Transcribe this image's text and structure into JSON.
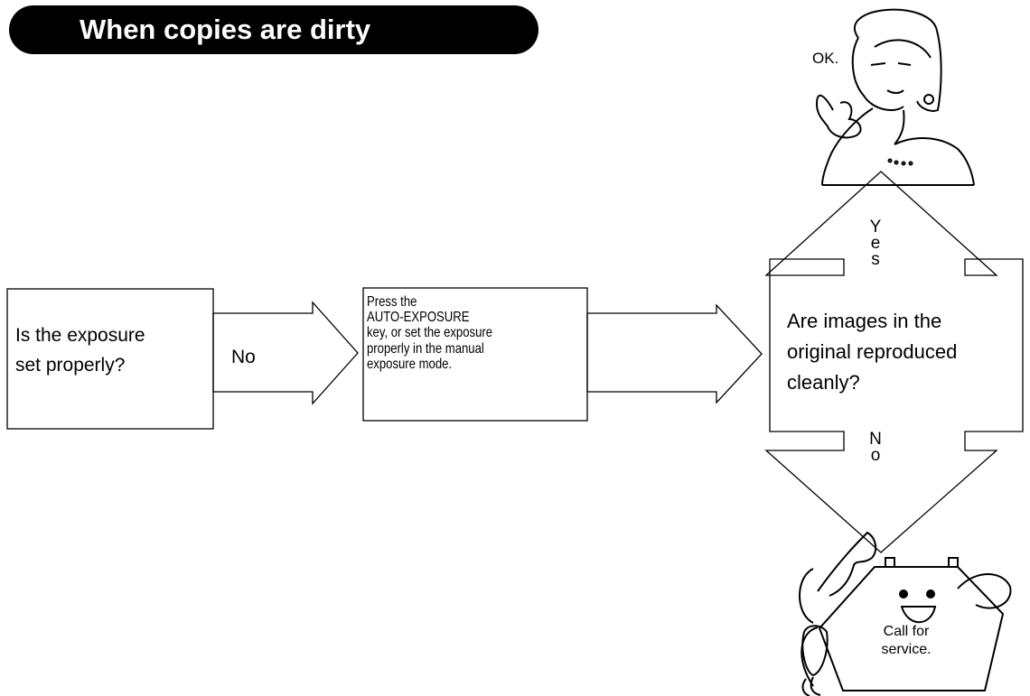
{
  "title": "When copies are dirty",
  "question_exposure": [
    "Is the exposure",
    "set properly?"
  ],
  "branch_no_1": "No",
  "action_lines": [
    "Press the",
    "AUTO-EXPOSURE",
    "key, or set the exposure",
    "properly in the manual",
    "exposure mode."
  ],
  "question_images": [
    "Are images in the",
    "original reproduced",
    "cleanly?"
  ],
  "branch_yes": [
    "Y",
    "e",
    "s"
  ],
  "branch_no_2": [
    "N",
    "o"
  ],
  "ok_speech": "OK.",
  "call_lines": [
    "Call for",
    "service."
  ],
  "icons": [
    "woman-ok-icon",
    "telephone-service-icon"
  ]
}
